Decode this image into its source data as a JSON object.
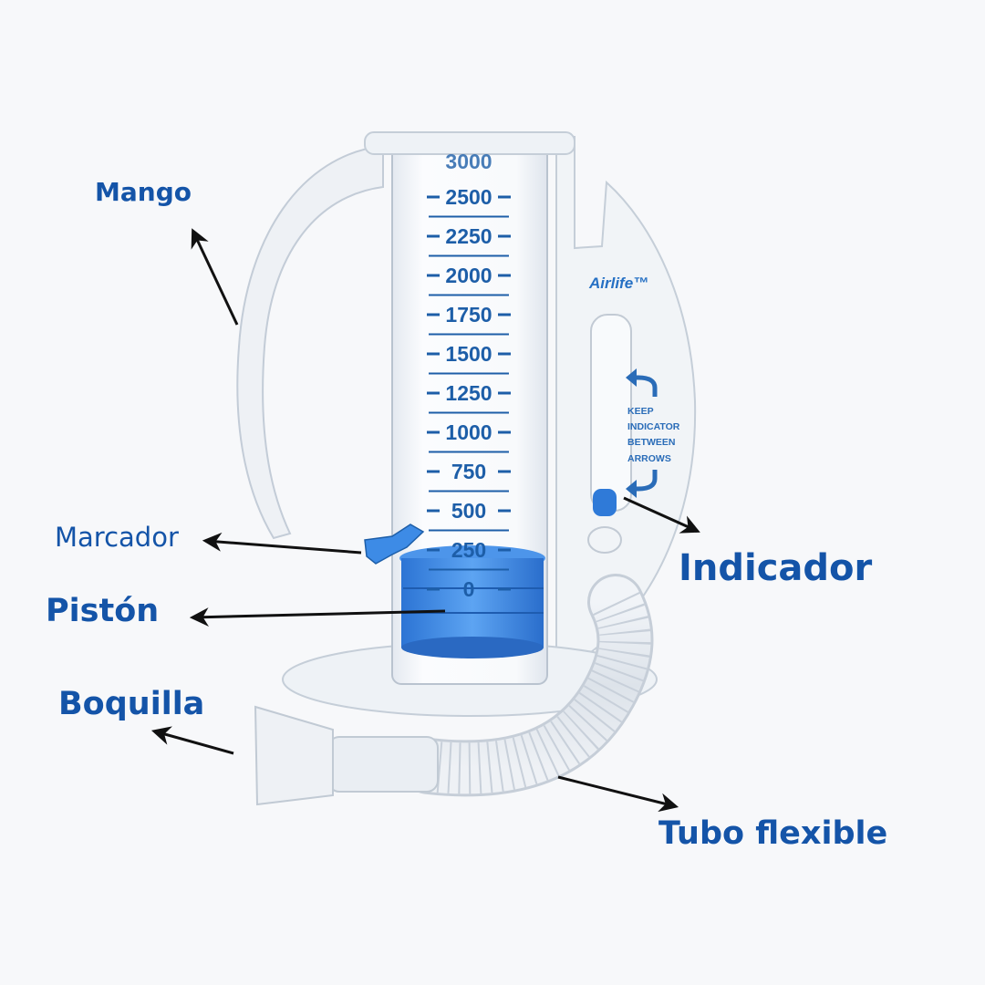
{
  "labels": {
    "mango": "Mango",
    "marcador": "Marcador",
    "piston": "Pistón",
    "boquilla": "Boquilla",
    "indicador": "Indicador",
    "tubo": "Tubo flexible"
  },
  "device": {
    "brand": "Airlife™",
    "scale_top_partial": "3000",
    "scale": [
      "2500",
      "2250",
      "2000",
      "1750",
      "1500",
      "1250",
      "1000",
      "750",
      "500",
      "250",
      "0"
    ],
    "keep_text": [
      "KEEP",
      "INDICATOR",
      "BETWEEN",
      "ARROWS"
    ]
  },
  "colors": {
    "label": "#1454a8",
    "scale": "#1d5ea8",
    "piston": "#3a86e0",
    "arrow": "#111111"
  }
}
